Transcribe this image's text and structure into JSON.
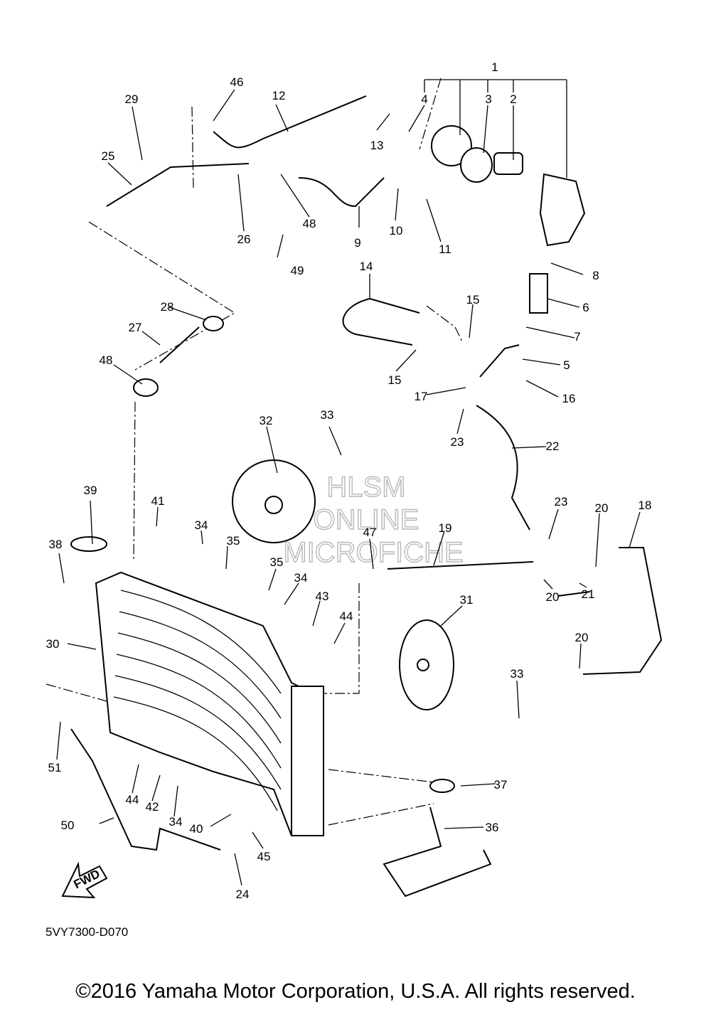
{
  "diagram": {
    "part_code": "5VY7300-D070",
    "copyright": "©2016 Yamaha Motor Corporation, U.S.A. All rights reserved.",
    "fwd_arrow": "FWD",
    "watermark": [
      "HLSM",
      "ONLINE",
      "MICROFICHE"
    ],
    "callouts": [
      "1",
      "2",
      "3",
      "4",
      "5",
      "6",
      "7",
      "8",
      "9",
      "10",
      "11",
      "12",
      "13",
      "14",
      "15",
      "15",
      "16",
      "17",
      "18",
      "19",
      "20",
      "20",
      "20",
      "21",
      "22",
      "23",
      "23",
      "24",
      "25",
      "26",
      "27",
      "28",
      "29",
      "30",
      "31",
      "32",
      "33",
      "33",
      "34",
      "34",
      "34",
      "35",
      "35",
      "36",
      "37",
      "38",
      "39",
      "40",
      "41",
      "42",
      "43",
      "44",
      "44",
      "45",
      "46",
      "47",
      "48",
      "48",
      "49",
      "50",
      "51"
    ]
  }
}
